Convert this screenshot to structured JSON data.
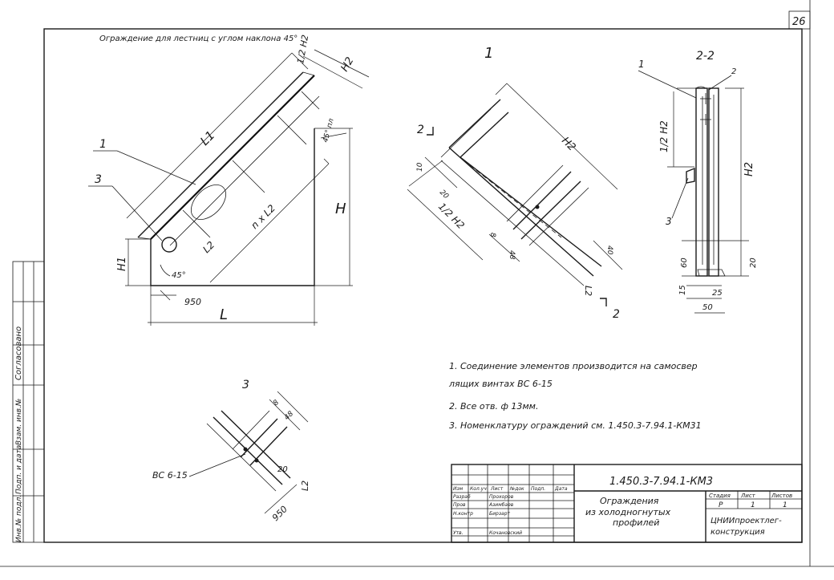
{
  "sheet_number": "26",
  "top_title": "Ограждение для лестниц с углом наклона 45°",
  "main_view": {
    "callout_1": "1",
    "callout_3": "3",
    "label_L1": "L1",
    "label_half_H2": "1/2 H2",
    "label_H2": "H2",
    "label_45_pl": "45° пл",
    "label_H": "H",
    "label_H1": "H1",
    "label_L2": "L2",
    "label_nL2": "n x L2",
    "label_angle": "45°",
    "label_950": "950",
    "label_L": "L"
  },
  "detail_1": {
    "title": "1",
    "label_2": "2",
    "label_H2": "H2",
    "label_10": "10",
    "label_20": "20",
    "label_half_H2": "1/2 H2",
    "label_8": "8",
    "label_48": "48",
    "label_40": "40",
    "label_L2": "L2",
    "label_2b": "2"
  },
  "section_22": {
    "title": "2-2",
    "label_1": "1",
    "label_2": "2",
    "label_half_H2": "1/2 H2",
    "label_H2": "H2",
    "label_3": "3",
    "label_60": "60",
    "label_20": "20",
    "label_15": "15",
    "label_25": "25",
    "label_50": "50"
  },
  "detail_3": {
    "title": "3",
    "label_8": "8",
    "label_48": "48",
    "label_bc": "ВС 6-15",
    "label_20": "20",
    "label_L2": "L2",
    "label_950": "950"
  },
  "notes": [
    "1.  Соединение элементов производится на самосвер",
    "     лящих винтах ВС 6-15",
    "2.  Все отв. ф 13мм.",
    "3.  Номенклатуру ограждений см. 1.450.3-7.94.1-КМ31"
  ],
  "left_strip": [
    "Согласовано",
    "Инв.№ подл.",
    "Подп. и дата",
    "Взам. инв.№"
  ],
  "title_block": {
    "code": "1.450.3-7.94.1-КМ3",
    "description": [
      "Ограждения",
      "из холодногнутых",
      "профилей"
    ],
    "stage_header": "Стадия",
    "sheet_header": "Лист",
    "sheets_header": "Листов",
    "stage": "Р",
    "sheet": "1",
    "sheets": "1",
    "org": [
      "ЦНИИпроектлег-",
      "конструкция"
    ],
    "sign_cols": [
      "Изм",
      "Кол.уч",
      "Лист",
      "№док",
      "Подп.",
      "Дата"
    ],
    "sign_rows": [
      [
        "Разраб",
        "Прохоров"
      ],
      [
        "Пров",
        "Азимбаев"
      ],
      [
        "Н.контр",
        "Бирзарт"
      ],
      [
        "Утв.",
        "Кочановский"
      ]
    ]
  }
}
